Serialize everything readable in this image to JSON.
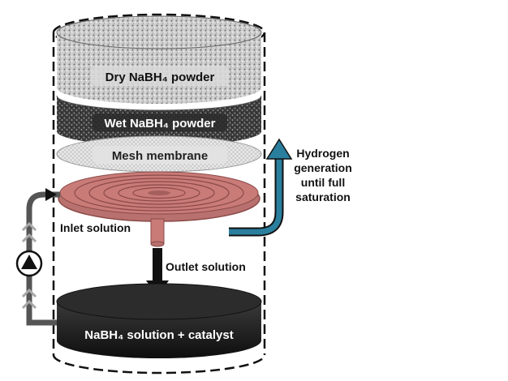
{
  "labels": {
    "dry_powder": "Dry NaBH₄ powder",
    "wet_powder": "Wet NaBH₄ powder",
    "mesh": "Mesh membrane",
    "inlet": "Inlet solution",
    "outlet": "Outlet solution",
    "tank": "NaBH₄ solution + catalyst",
    "hydrogen_line1": "Hydrogen",
    "hydrogen_line2": "generation",
    "hydrogen_line3": "until full",
    "hydrogen_line4": "saturation"
  },
  "colors": {
    "coil": "#c97b78",
    "coil_dark": "#8a4a48",
    "h2_arrow": "#2a7f9e",
    "tank": "#1c1c1c",
    "pipe": "#555555",
    "chevron": "#a8a8a8"
  },
  "icons": {
    "pump": "pump-triangle-icon",
    "arrow_up": "arrow-up-icon",
    "arrow_down": "arrow-down-icon"
  }
}
